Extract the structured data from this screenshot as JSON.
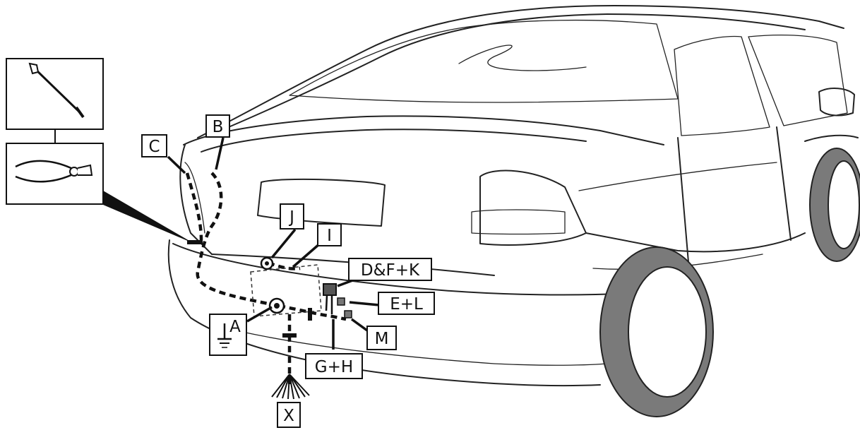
{
  "callouts": {
    "a": "A",
    "b": "B",
    "c": "C",
    "dfk": "D&F+K",
    "el": "E+L",
    "gh": "G+H",
    "i": "I",
    "j": "J",
    "m": "M",
    "x": "X"
  },
  "tools": [
    "wrench-icon",
    "pliers-icon"
  ],
  "colors": {
    "ink": "#111111",
    "tyre": "#7a7a7a",
    "paper": "#ffffff"
  }
}
